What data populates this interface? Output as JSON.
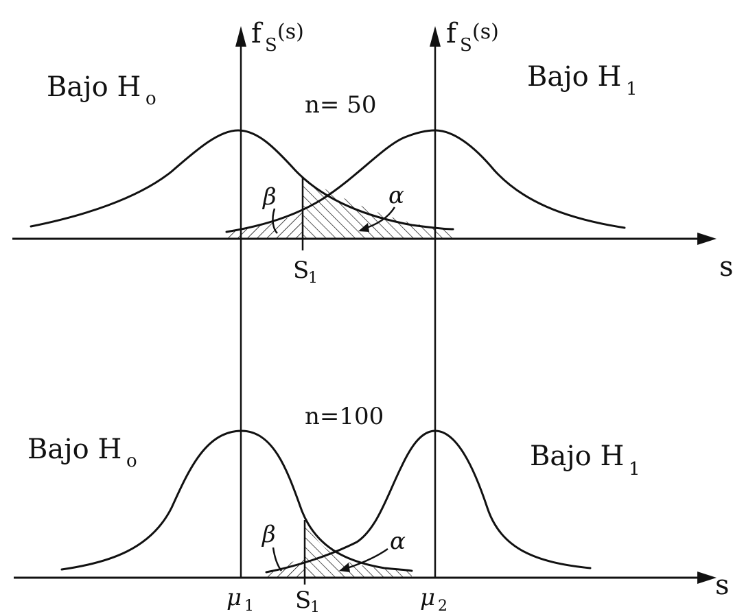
{
  "colors": {
    "ink": "#111111",
    "background": "#ffffff"
  },
  "y_axis_label": "f",
  "y_axis_label_sub": "S",
  "y_axis_label_arg": "(s)",
  "x_axis_label": "s",
  "panels": [
    {
      "n_label": "n= 50",
      "left_label": "Bajo H",
      "left_label_sub": "o",
      "right_label": "Bajo H",
      "right_label_sub": "1",
      "threshold_label": "S",
      "threshold_label_sub": "1",
      "beta_label": "β",
      "alpha_label": "α"
    },
    {
      "n_label": "n=100",
      "left_label": "Bajo H",
      "left_label_sub": "o",
      "right_label": "Bajo H",
      "right_label_sub": "1",
      "threshold_label": "S",
      "threshold_label_sub": "1",
      "beta_label": "β",
      "alpha_label": "α"
    }
  ],
  "mu1_label": "μ",
  "mu1_sub": "1",
  "mu2_label": "μ",
  "mu2_sub": "2"
}
